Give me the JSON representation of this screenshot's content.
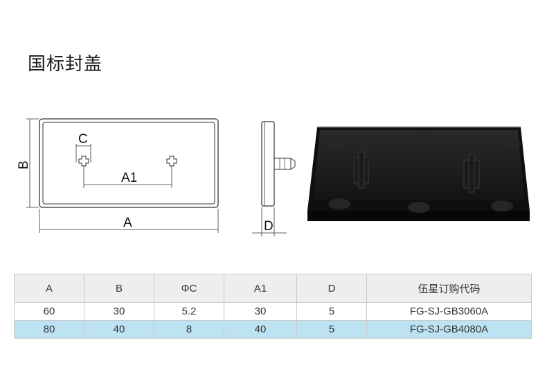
{
  "title": "国标封盖",
  "drawing": {
    "labels": {
      "a": "A",
      "b": "B",
      "c": "C",
      "a1": "A1",
      "d": "D"
    }
  },
  "table": {
    "headers": [
      "A",
      "B",
      "ΦC",
      "A1",
      "D",
      "伍星订购代码"
    ],
    "rows": [
      [
        "60",
        "30",
        "5.2",
        "30",
        "5",
        "FG-SJ-GB3060A"
      ],
      [
        "80",
        "40",
        "8",
        "40",
        "5",
        "FG-SJ-GB4080A"
      ]
    ]
  },
  "colors": {
    "highlight_row": "#bde3f3",
    "header_bg": "#eeeeee",
    "part": "#1c1c1c"
  },
  "icons": {
    "product_photo": "black-end-cap-photo"
  }
}
